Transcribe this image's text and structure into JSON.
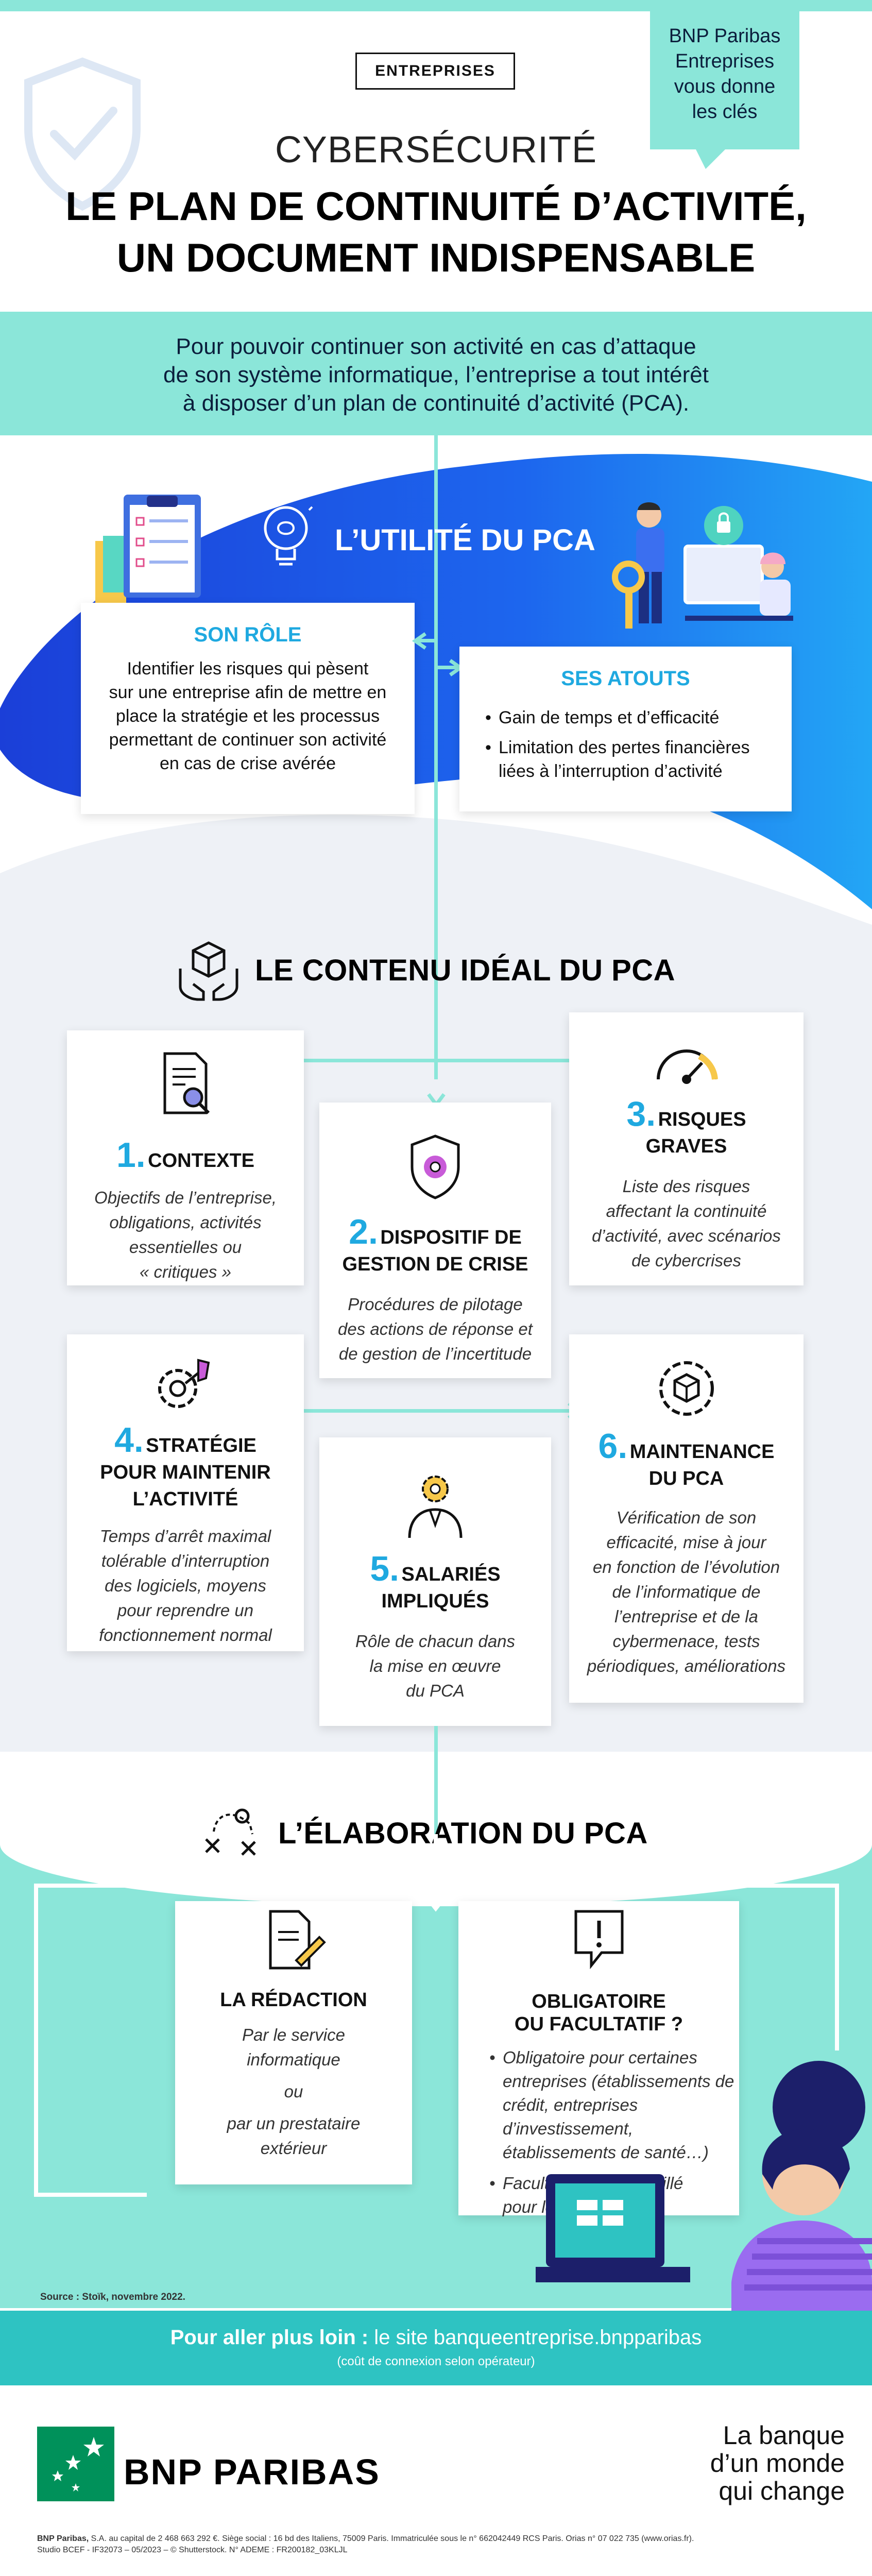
{
  "header": {
    "tag": "ENTREPRISES",
    "bubble": [
      "BNP Paribas",
      "Entreprises",
      "vous donne",
      "les clés"
    ],
    "kicker": "CYBERSÉCURITÉ",
    "title_line1": "LE PLAN DE CONTINUITÉ D’ACTIVITÉ,",
    "title_line2": "UN DOCUMENT INDISPENSABLE"
  },
  "intro": [
    "Pour pouvoir continuer son activité en cas d’attaque",
    "de son système informatique, l’entreprise a tout intérêt",
    "à disposer d’un plan de continuité d’activité (PCA)."
  ],
  "utilite": {
    "heading": "L’UTILITÉ DU PCA",
    "role": {
      "title": "SON RÔLE",
      "lines": [
        "Identifier les risques qui pèsent",
        "sur une entreprise afin de mettre en",
        "place la stratégie et les processus",
        "permettant de continuer son activité",
        "en cas de crise avérée"
      ]
    },
    "atouts": {
      "title": "SES ATOUTS",
      "items": [
        [
          "Gain de temps et d’efficacité"
        ],
        [
          "Limitation des pertes financières",
          "liées à l’interruption d’activité"
        ]
      ]
    }
  },
  "contenu": {
    "heading": "LE CONTENU IDÉAL DU PCA",
    "cards": [
      {
        "num": "1.",
        "title": [
          "CONTEXTE"
        ],
        "desc": [
          "Objectifs de l’entreprise,",
          "obligations, activités",
          "essentielles ou",
          "« critiques »"
        ]
      },
      {
        "num": "2.",
        "title": [
          "DISPOSITIF DE",
          "GESTION DE CRISE"
        ],
        "desc": [
          "Procédures de pilotage",
          "des actions de réponse et",
          "de gestion de l’incertitude"
        ]
      },
      {
        "num": "3.",
        "title": [
          "RISQUES",
          "GRAVES"
        ],
        "desc": [
          "Liste des risques",
          "affectant la continuité",
          "d’activité, avec scénarios",
          "de cybercrises"
        ]
      },
      {
        "num": "4.",
        "title": [
          "STRATÉGIE",
          "POUR MAINTENIR",
          "L’ACTIVITÉ"
        ],
        "desc": [
          "Temps d’arrêt maximal",
          "tolérable d’interruption",
          "des logiciels, moyens",
          "pour reprendre un",
          "fonctionnement normal"
        ]
      },
      {
        "num": "5.",
        "title": [
          "SALARIÉS",
          "IMPLIQUÉS"
        ],
        "desc": [
          "Rôle de chacun dans",
          "la mise en œuvre",
          "du PCA"
        ]
      },
      {
        "num": "6.",
        "title": [
          "MAINTENANCE",
          "DU PCA"
        ],
        "desc": [
          "Vérification de son",
          "efficacité, mise à jour",
          "en fonction de l’évolution",
          "de l’informatique de",
          "l’entreprise et de la",
          "cybermenace, tests",
          "périodiques, améliorations"
        ]
      }
    ]
  },
  "elaboration": {
    "heading": "L’ÉLABORATION DU PCA",
    "redaction": {
      "title": "LA RÉDACTION",
      "lines": [
        "Par le service",
        "informatique",
        "ou",
        "par un prestataire",
        "extérieur"
      ]
    },
    "obligatoire": {
      "title": [
        "OBLIGATOIRE",
        "OU FACULTATIF ?"
      ],
      "items": [
        [
          "Obligatoire pour certaines",
          "entreprises (établissements de",
          "crédit, entreprises d’investissement,",
          "établissements de santé…)"
        ],
        [
          "Facultatif mais conseillé",
          "pour les autres !"
        ]
      ]
    },
    "source": "Source : Stoïk, novembre 2022."
  },
  "cta": {
    "bold": "Pour aller plus loin :",
    "text": " le site banqueentreprise.bnpparibas",
    "sub": "(coût de connexion selon opérateur)"
  },
  "footer": {
    "brand": "BNP PARIBAS",
    "slogan": [
      "La banque",
      "d’un monde",
      "qui change"
    ],
    "legal1_bold": "BNP Paribas,",
    "legal1": " S.A. au capital de 2 468 663 292 €. Siège social : 16 bd des Italiens, 75009 Paris. Immatriculée sous le n° 662042449 RCS Paris. Orias n° 07 022 735 (www.orias.fr).",
    "legal2": "Studio BCEF - IF32073 – 05/2023 – © Shutterstock. N° ADEME : FR200182_03KLJL"
  },
  "colors": {
    "mint": "#8be6d9",
    "blue": "#1d5cf0",
    "accent": "#1fa9e0",
    "teal_band": "#2ec3c2",
    "brand_green": "#00915a"
  }
}
